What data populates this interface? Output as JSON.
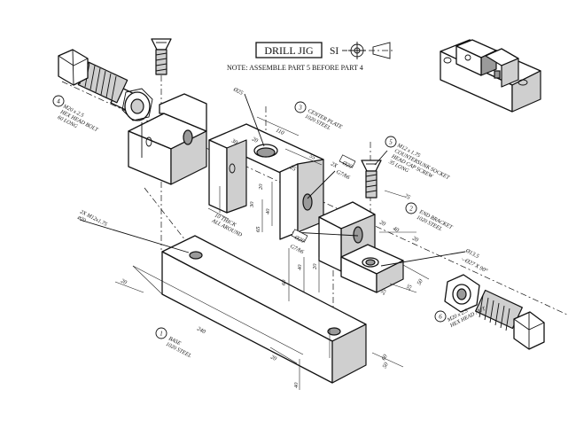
{
  "title": "DRILL JIG",
  "units": "SI",
  "note": "NOTE: ASSEMBLE PART 5 BEFORE PART 4",
  "parts": [
    {
      "number": "1",
      "lines": [
        "BASE",
        "1020 STEEL"
      ]
    },
    {
      "number": "2",
      "lines": [
        "END BRACKET",
        "1020 STEEL"
      ]
    },
    {
      "number": "3",
      "lines": [
        "CENTER PLATE",
        "1020 STEEL"
      ]
    },
    {
      "number": "4",
      "lines": [
        "M20 x 2.5",
        "HEX HEAD BOLT",
        "60 LONG"
      ]
    },
    {
      "number": "5",
      "lines": [
        "M12 x 1.75",
        "COUNTERSUNK SOCKET",
        "HEAD CAP SCREW",
        "35 LONG"
      ]
    },
    {
      "number": "6",
      "lines": [
        "M20 x 2.5",
        "HEX HEAD NUT"
      ]
    }
  ],
  "annotations": {
    "thick_note": [
      "10 THICK",
      "ALL AROUND"
    ],
    "hole_spec_base": [
      "2X M12x1.75",
      "⌀20"
    ],
    "bore_dia": "Ø25",
    "center_2x": "2X",
    "center_fit_box": "Ø20",
    "center_fit": "G7/h6",
    "bracket_fit_box": "Ø20",
    "bracket_fit": "G7/h6",
    "csk_dia": "Ø13.5",
    "csk_spec": "⌵Ø27 X 90°"
  },
  "dims": {
    "base_length": "240",
    "base_end_20": "20",
    "base_20_lower": "20",
    "base_40": "40",
    "base_60": "60",
    "base_50": "50",
    "center_110": "110",
    "center_55": "55",
    "center_25": "25",
    "center_20_top": "20",
    "center_40": "40",
    "center_65": "65",
    "center_20_side": "20",
    "center_30": "30",
    "center_20_low": "20",
    "center_40_low": "40",
    "center_30_left": "30",
    "bracket_40": "40",
    "bracket_20": "20",
    "bracket_20b": "20",
    "bracket_25": "25",
    "bracket_50": "50",
    "bracket_25_low": "25",
    "screw_25": "25"
  }
}
